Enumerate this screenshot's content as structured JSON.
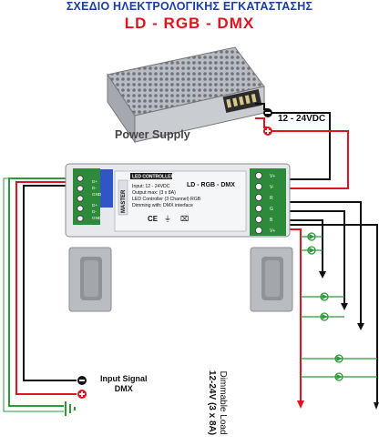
{
  "header": {
    "title": "ΣΧΕΔΙΟ ΗΛΕΚΤΡΟΛΟΓΙΚΗΣ ΕΓΚΑΤΑΣΤΑΣΗΣ",
    "subtitle": "LD - RGB - DMX"
  },
  "power_supply": {
    "label": "Power Supply"
  },
  "supply": {
    "voltage": "12 - 24VDC"
  },
  "controller": {
    "title": "LED CONTROLLER",
    "model": "LD - RGB - DMX",
    "brand": "MASTER",
    "specs": [
      "Input:  12 - 24VDC",
      "Output max: (3 x 8A)",
      "LED Controller (3 Channel) RGB",
      "Dimming with: DMX interface"
    ],
    "marks": [
      "CE",
      "⏚",
      "⌧"
    ],
    "left_pins_top": [
      "D+",
      "D-",
      "GND"
    ],
    "left_pins_bottom": [
      "D+",
      "D-",
      "GND"
    ],
    "right_pins": [
      "V+",
      "V-",
      "R",
      "G",
      "B",
      "V+"
    ]
  },
  "input_signal": {
    "line1": "Input Signal",
    "line2": "DMX"
  },
  "load": {
    "line1": "Dimmable Load",
    "line2": "12-24V (3 x 8A)"
  },
  "colors": {
    "wire_red": "#e0141e",
    "wire_green": "#2a9a3a",
    "wire_black": "#111111",
    "title_blue": "#1a3ea8"
  }
}
